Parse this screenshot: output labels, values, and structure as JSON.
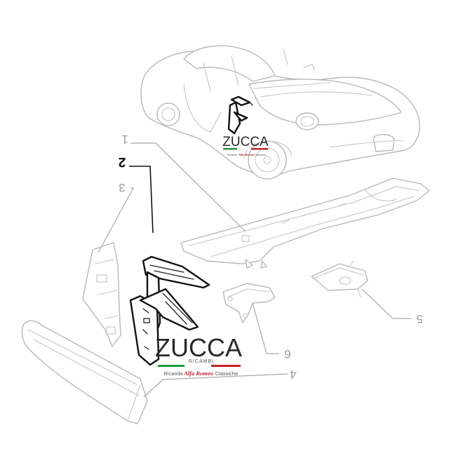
{
  "callouts": {
    "c1": "1",
    "c2": "2",
    "c3": "3",
    "c4": "4",
    "c5": "5",
    "c6": "6"
  },
  "watermark": {
    "word": "ZUCCA",
    "sub": "RICAMBI",
    "tag_left": "Ricambi",
    "tag_brand": "Alfa Romeo",
    "tag_right": "Classiche",
    "colors": {
      "green": "#1f9a3a",
      "white": "#ffffff",
      "red": "#c8232c"
    }
  }
}
